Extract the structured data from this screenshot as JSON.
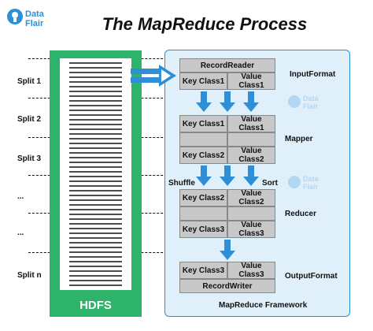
{
  "brand": {
    "line1": "Data",
    "line2": "Flair"
  },
  "title": "The MapReduce Process",
  "splits": [
    "Split 1",
    "Split 2",
    "Split 3",
    "...",
    "...",
    "Split n"
  ],
  "hdfs_label": "HDFS",
  "framework_label": "MapReduce Framework",
  "input_format": {
    "label": "InputFormat",
    "record_reader": "RecordReader",
    "key": "Key Class1",
    "value": "Value Class1"
  },
  "mapper": {
    "label": "Mapper",
    "row1": {
      "key": "Key Class1",
      "value": "Value Class1"
    },
    "row3": {
      "key": "Key Class2",
      "value": "Value Class2"
    }
  },
  "shuffle_label": "Shuffle",
  "sort_label": "Sort",
  "reducer": {
    "label": "Reducer",
    "row1": {
      "key": "Key Class2",
      "value": "Value Class2"
    },
    "row3": {
      "key": "Key Class3",
      "value": "Value Class3"
    }
  },
  "output_format": {
    "label": "OutputFormat",
    "key": "Key Class3",
    "value": "Value Class3",
    "record_writer": "RecordWriter"
  },
  "colors": {
    "hdfs_green": "#2eb36a",
    "frame_fill": "#dff0fb",
    "frame_border": "#2f8fd6",
    "arrow_blue": "#2f8fd6",
    "box_gray": "#c8c8c8"
  }
}
